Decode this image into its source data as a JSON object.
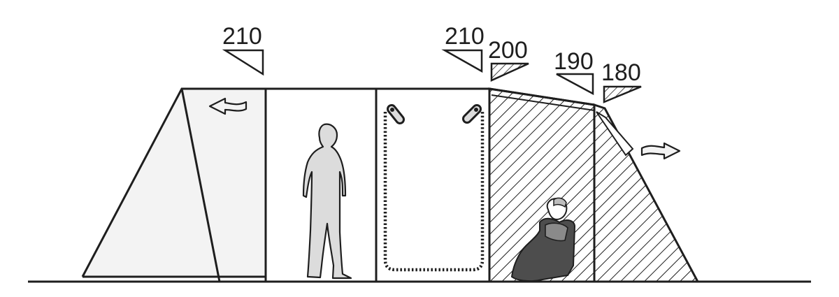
{
  "heights": [
    {
      "id": "h1",
      "label": "210"
    },
    {
      "id": "h2",
      "label": "210"
    },
    {
      "id": "h3",
      "label": "200"
    },
    {
      "id": "h4",
      "label": "190"
    },
    {
      "id": "h5",
      "label": "180"
    }
  ],
  "colors": {
    "stroke": "#1e1e1e",
    "background": "#ffffff",
    "panel_fill": "#f3f3f3",
    "figure_standing": "#dcdcdc",
    "figure_sitting": "#4d4d4d"
  }
}
